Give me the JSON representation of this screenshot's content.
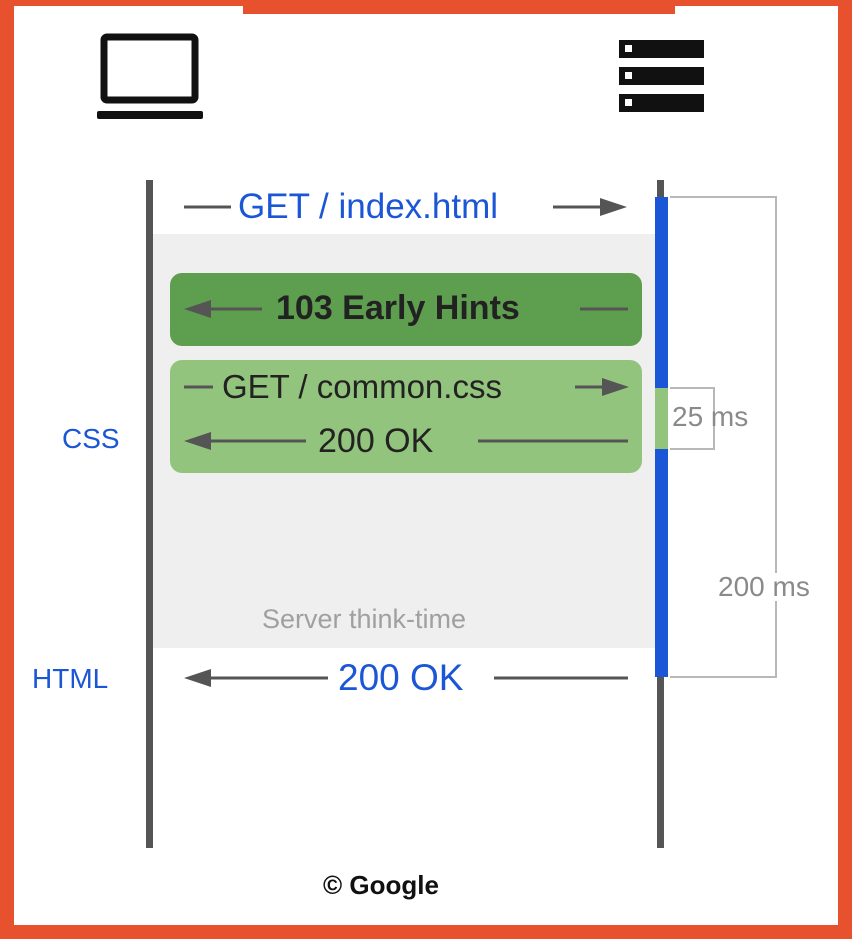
{
  "client_icon": "laptop-icon",
  "server_icon": "server-stack-icon",
  "messages": {
    "get_index": "GET / index.html",
    "early_hints": "103 Early Hints",
    "get_css": "GET / common.css",
    "css_ok": "200 OK",
    "html_ok": "200 OK"
  },
  "side_labels": {
    "css": "CSS",
    "html": "HTML"
  },
  "timings": {
    "css_time": "25 ms",
    "total_time": "200 ms"
  },
  "think_time_label": "Server think-time",
  "copyright": "© Google",
  "colors": {
    "frame": "#e8512e",
    "timeline": "#555555",
    "server_active": "#1a56d6",
    "early_hints_box": "#5e9e4f",
    "css_box": "#93c47d",
    "think_area": "#efefef",
    "request_text": "#1a56d6",
    "arrow": "#555555"
  }
}
